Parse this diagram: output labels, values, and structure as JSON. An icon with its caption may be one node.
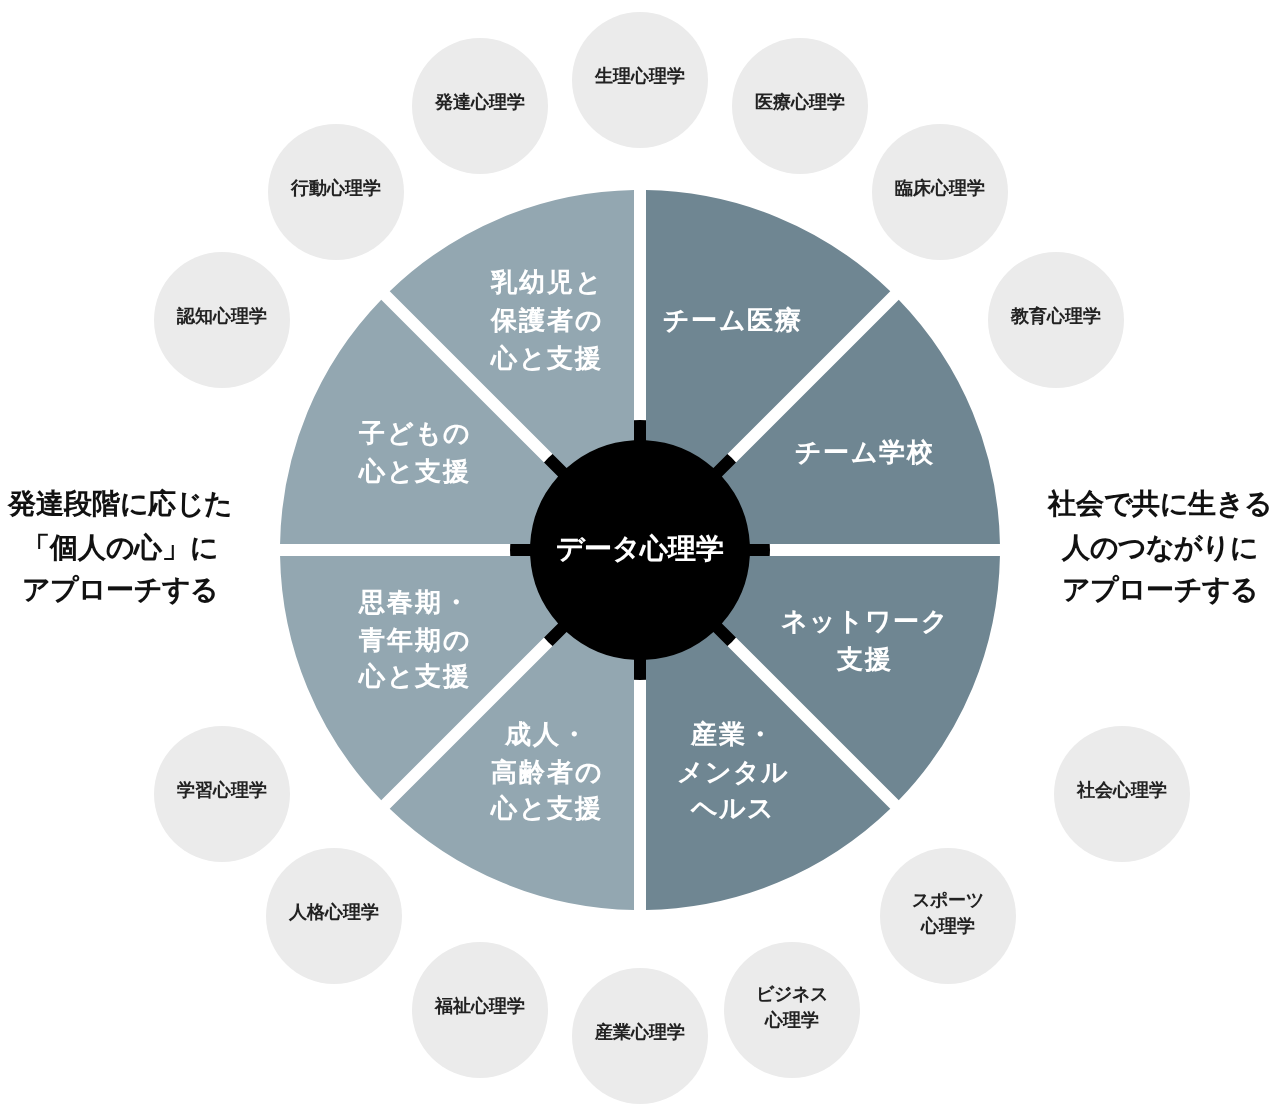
{
  "diagram": {
    "nodes": [
      {
        "text": [
          "データ心理学"
        ]
      },
      {
        "text": [
          "チーム医療"
        ]
      },
      {
        "text": [
          "チーム学校"
        ]
      },
      {
        "text": [
          "ネットワーク支援"
        ]
      },
      {
        "text": [
          "産業・メンタルヘルス"
        ]
      },
      {
        "text": [
          "成人・高齢者の心と支援"
        ]
      },
      {
        "text": [
          "思春期・青年期の心と支援"
        ]
      },
      {
        "text": [
          "子どもの心と支援"
        ]
      },
      {
        "text": [
          "乳幼児と保護者の心と支援"
        ]
      },
      {
        "text": [
          "生理心理学"
        ]
      },
      {
        "text": [
          "医療心理学"
        ]
      },
      {
        "text": [
          "臨床心理学"
        ]
      },
      {
        "text": [
          "教育心理学"
        ]
      },
      {
        "text": [
          "社会心理学"
        ]
      },
      {
        "text": [
          "スポーツ心理学"
        ]
      },
      {
        "text": [
          "ビジネス心理学"
        ]
      },
      {
        "text": [
          "産業心理学"
        ]
      },
      {
        "text": [
          "福祉心理学"
        ]
      },
      {
        "text": [
          "人格心理学"
        ]
      },
      {
        "text": [
          "学習心理学"
        ]
      },
      {
        "text": [
          "認知心理学"
        ]
      },
      {
        "text": [
          "行動心理学"
        ]
      },
      {
        "text": [
          "発達心理学"
        ]
      }
    ],
    "labels": [
      "発達段階に応じた「個人の心」にアプローチする",
      "社会で共に生きる人のつながりにアプローチする"
    ]
  }
}
